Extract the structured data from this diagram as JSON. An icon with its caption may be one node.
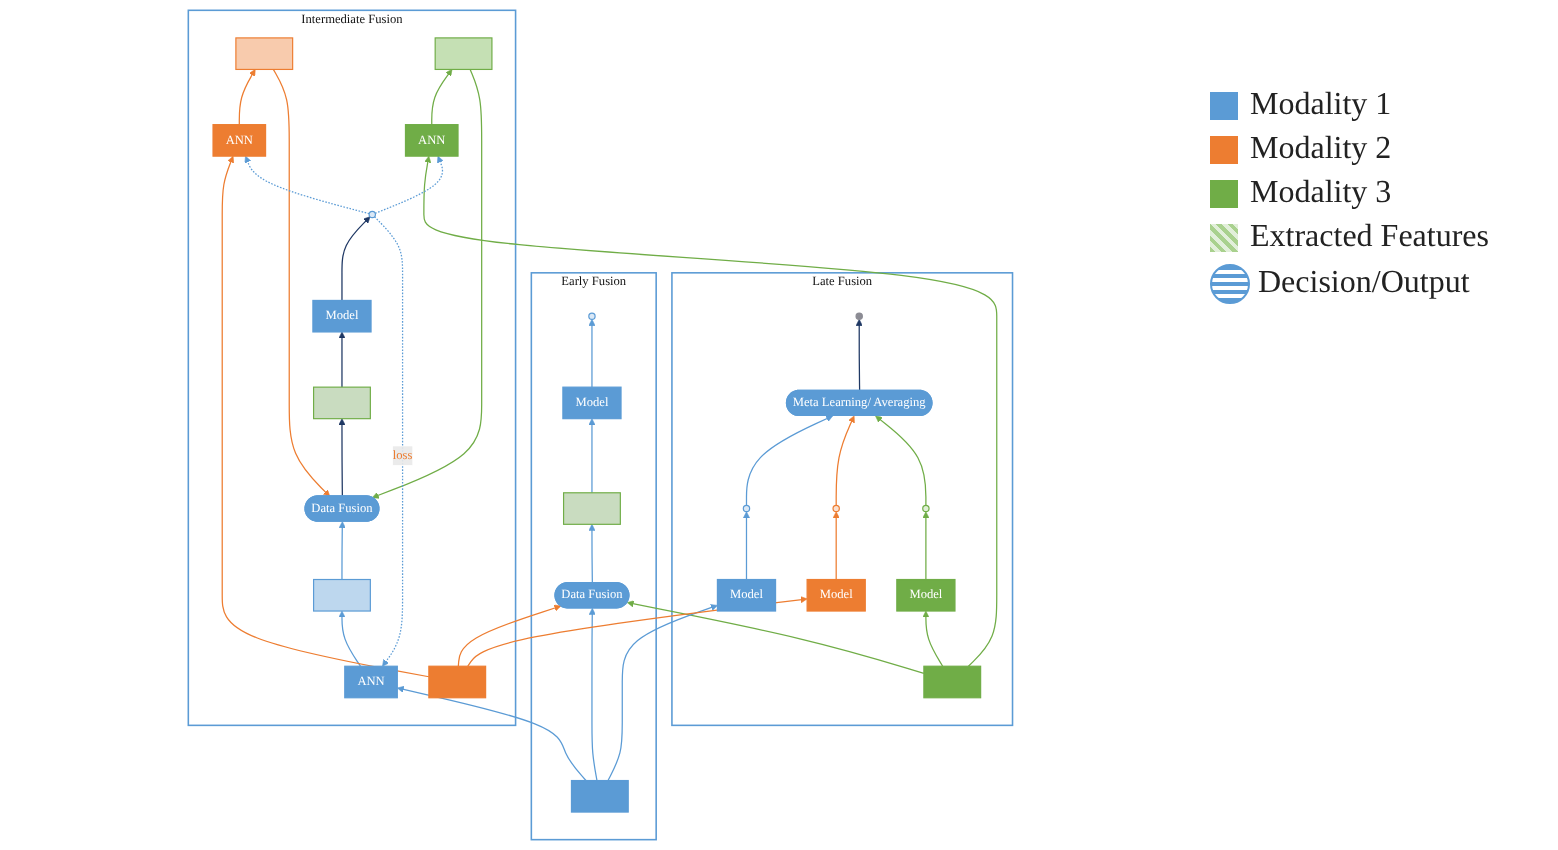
{
  "diagram": {
    "nodes": [
      {
        "text": [
          "Early Fusion"
        ]
      },
      {
        "text": [],
        "shape": "circle",
        "in": 0
      },
      {
        "text": [
          "Model"
        ],
        "in": 0
      },
      {
        "text": [],
        "shape": "bar",
        "in": 0
      },
      {
        "text": [
          "Data Fusion"
        ],
        "in": 0
      },
      {
        "text": [],
        "shape": "bar",
        "in": 0
      },
      {
        "text": [
          "Intermediate Fusion"
        ]
      },
      {
        "text": [],
        "shape": "circle",
        "in": 6
      },
      {
        "text": [
          "Model"
        ],
        "in": 6
      },
      {
        "text": [],
        "shape": "bar",
        "in": 6
      },
      {
        "text": [
          "Data Fusion"
        ],
        "in": 6
      },
      {
        "text": [],
        "shape": "bar",
        "in": 6
      },
      {
        "text": [],
        "shape": "bar",
        "in": 6
      },
      {
        "text": [],
        "shape": "bar",
        "in": 6
      },
      {
        "text": [
          "ANN"
        ],
        "in": 6
      },
      {
        "text": [
          "ANN"
        ],
        "in": 6
      },
      {
        "text": [
          "ANN"
        ],
        "in": 6
      },
      {
        "text": [],
        "shape": "bar",
        "in": 6
      },
      {
        "text": [
          "Late Fusion"
        ]
      },
      {
        "text": [],
        "shape": "circle",
        "in": 18
      },
      {
        "text": [
          "Meta Learning/ Averaging"
        ],
        "in": 18
      },
      {
        "text": [],
        "shape": "circle",
        "in": 18
      },
      {
        "text": [],
        "shape": "circle",
        "in": 18
      },
      {
        "text": [],
        "shape": "circle",
        "in": 18
      },
      {
        "text": [
          "Model"
        ],
        "in": 18
      },
      {
        "text": [
          "Model"
        ],
        "in": 18
      },
      {
        "text": [
          "Model"
        ],
        "in": 18
      },
      {
        "text": [],
        "shape": "bar",
        "in": 18
      }
    ],
    "edges": [
      {
        "from": 2,
        "to": 1,
        "arrow": "to"
      },
      {
        "from": 3,
        "to": 2,
        "arrow": "to"
      },
      {
        "from": 4,
        "to": 3,
        "arrow": "to"
      },
      {
        "from": 5,
        "to": 4,
        "arrow": "to"
      },
      {
        "from": 17,
        "to": 4,
        "arrow": "to",
        "color": "#ed7d31"
      },
      {
        "from": 27,
        "to": 4,
        "arrow": "to",
        "color": "#70ad47"
      },
      {
        "from": 8,
        "to": 7,
        "arrow": "to",
        "color": "#1f3864"
      },
      {
        "from": 9,
        "to": 8,
        "arrow": "to",
        "color": "#1f3864"
      },
      {
        "from": 10,
        "to": 9,
        "arrow": "to",
        "color": "#1f3864"
      },
      {
        "from": 11,
        "to": 10,
        "arrow": "to"
      },
      {
        "from": 12,
        "to": 10,
        "arrow": "to",
        "color": "#ed7d31"
      },
      {
        "from": 13,
        "to": 10,
        "arrow": "to",
        "color": "#70ad47"
      },
      {
        "from": 14,
        "to": 11,
        "arrow": "to"
      },
      {
        "from": 15,
        "to": 12,
        "arrow": "to",
        "color": "#ed7d31"
      },
      {
        "from": 16,
        "to": 13,
        "arrow": "to",
        "color": "#70ad47"
      },
      {
        "from": 5,
        "to": 14,
        "arrow": "to"
      },
      {
        "from": 17,
        "to": 15,
        "arrow": "to",
        "color": "#ed7d31"
      },
      {
        "from": 27,
        "to": 16,
        "arrow": "to",
        "color": "#70ad47"
      },
      {
        "from": 7,
        "to": 14,
        "arrow": "to",
        "style": "dashed",
        "label": "loss"
      },
      {
        "from": 7,
        "to": 15,
        "arrow": "to",
        "style": "dashed"
      },
      {
        "from": 7,
        "to": 16,
        "arrow": "to",
        "style": "dashed"
      },
      {
        "from": 20,
        "to": 19,
        "arrow": "to",
        "color": "#1f3864"
      },
      {
        "from": 21,
        "to": 20,
        "arrow": "to"
      },
      {
        "from": 22,
        "to": 20,
        "arrow": "to",
        "color": "#ed7d31"
      },
      {
        "from": 23,
        "to": 20,
        "arrow": "to",
        "color": "#70ad47"
      },
      {
        "from": 24,
        "to": 21,
        "arrow": "to"
      },
      {
        "from": 25,
        "to": 22,
        "arrow": "to",
        "color": "#ed7d31"
      },
      {
        "from": 26,
        "to": 23,
        "arrow": "to",
        "color": "#70ad47"
      },
      {
        "from": 5,
        "to": 24,
        "arrow": "to"
      },
      {
        "from": 17,
        "to": 25,
        "arrow": "to",
        "color": "#ed7d31"
      },
      {
        "from": 27,
        "to": 26,
        "arrow": "to",
        "color": "#70ad47"
      }
    ],
    "legend": [
      {
        "text": "Modality 1",
        "color": "#5b9bd5"
      },
      {
        "text": "Modality 2",
        "color": "#ed7d31"
      },
      {
        "text": "Modality 3",
        "color": "#70ad47"
      },
      {
        "text": "Extracted Features"
      },
      {
        "text": "Decision/Output"
      }
    ]
  }
}
